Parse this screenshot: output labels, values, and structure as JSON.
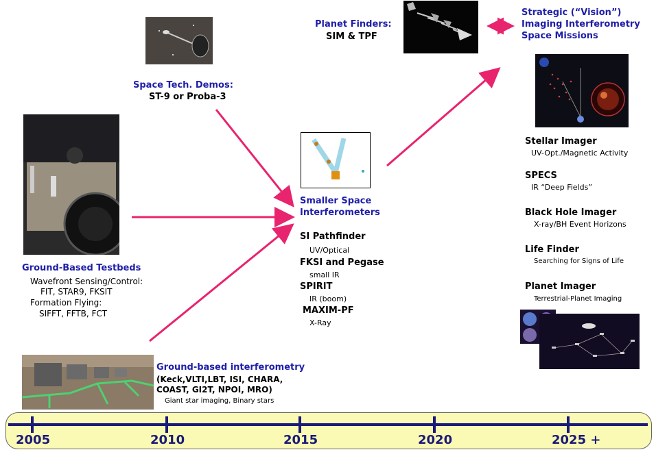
{
  "planet_finders": {
    "title": "Planet Finders:",
    "subtitle": "SIM & TPF"
  },
  "vision": {
    "line1": "Strategic (“Vision”)",
    "line2": "Imaging Interferometry",
    "line3": "Space Missions"
  },
  "space_tech": {
    "title": "Space Tech. Demos:",
    "subtitle": "ST-9 or Proba-3"
  },
  "smaller": {
    "line1": "Smaller Space",
    "line2": "Interferometers",
    "items": [
      {
        "name": "SI Pathfinder",
        "desc": "UV/Optical"
      },
      {
        "name": "FKSI and Pegase",
        "desc": "small IR"
      },
      {
        "name": "SPIRIT",
        "desc": "IR (boom)"
      },
      {
        "name": "MAXIM-PF",
        "desc": "X-Ray"
      }
    ]
  },
  "testbeds": {
    "title": "Ground-Based Testbeds",
    "l1": "Wavefront Sensing/Control:",
    "l2": "FIT, STAR9, FKSIT",
    "l3": "Formation Flying:",
    "l4": "SIFFT, FFTB, FCT"
  },
  "ground_interf": {
    "title": "Ground-based interferometry",
    "l1": "(Keck,VLTI,LBT, ISI, CHARA,",
    "l2": "COAST, GI2T, NPOI, MRO)",
    "l3": "Giant star imaging, Binary stars"
  },
  "missions": [
    {
      "name": "Stellar Imager",
      "desc": "UV-Opt./Magnetic Activity"
    },
    {
      "name": "SPECS",
      "desc": "IR “Deep Fields”"
    },
    {
      "name": "Black Hole Imager",
      "desc": "X-ray/BH Event Horizons"
    },
    {
      "name": "Life Finder",
      "desc": "Searching for Signs of Life"
    },
    {
      "name": "Planet Imager",
      "desc": "Terrestrial-Planet Imaging"
    }
  ],
  "timeline": {
    "years": [
      "2005",
      "2010",
      "2015",
      "2020",
      "2025 +"
    ],
    "colors": {
      "fill": "#fafab4",
      "line": "#1a1a7a",
      "arrow": "#e8246e"
    }
  }
}
